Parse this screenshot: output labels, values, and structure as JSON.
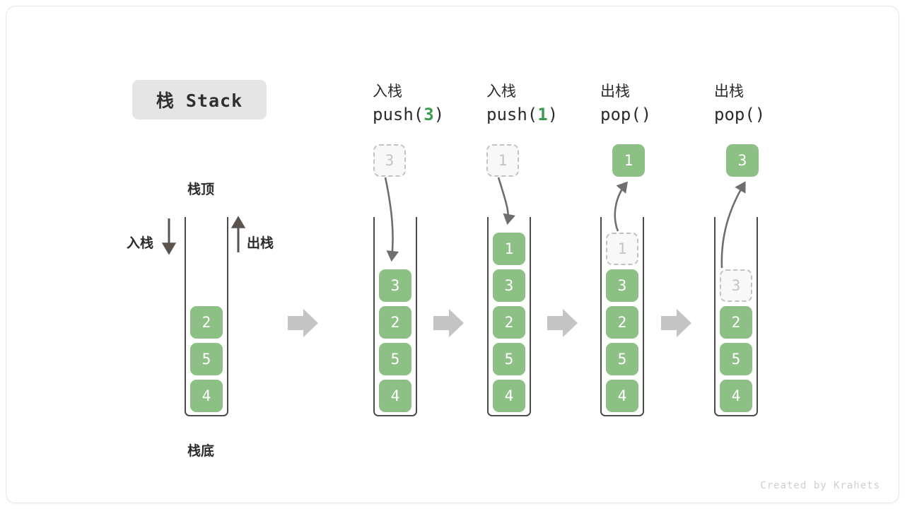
{
  "title_chip": {
    "label": "栈 Stack"
  },
  "footer": {
    "text": "Created by Krahets"
  },
  "colors": {
    "cell_fill": "#8cc084",
    "cell_text": "#ffffff",
    "ghost_fill": "#f8f8f8",
    "ghost_border": "#c2c2c2",
    "ghost_text": "#c4c4c4",
    "wall": "#4a4a4a",
    "arrow_gray": "#c4c4c4",
    "curve_arrow": "#6e6e6e",
    "accent_green": "#3c9a4e",
    "chip_bg": "#e5e5e5",
    "text": "#2b2b2b"
  },
  "legend": {
    "top_label": "栈顶",
    "bottom_label": "栈底",
    "push_label": "入栈",
    "pop_label": "出栈"
  },
  "stages": [
    {
      "id": "initial",
      "heading_cn": "",
      "heading_code_prefix": "",
      "heading_code_arg": "",
      "heading_code_suffix": "",
      "cells": [
        "2",
        "5",
        "4"
      ],
      "floating": null,
      "floating_kind": "none"
    },
    {
      "id": "push-3",
      "heading_cn": "入栈",
      "heading_code_prefix": "push(",
      "heading_code_arg": "3",
      "heading_code_suffix": ")",
      "cells": [
        "3",
        "2",
        "5",
        "4"
      ],
      "floating": "3",
      "floating_kind": "ghost"
    },
    {
      "id": "push-1",
      "heading_cn": "入栈",
      "heading_code_prefix": "push(",
      "heading_code_arg": "1",
      "heading_code_suffix": ")",
      "cells": [
        "1",
        "3",
        "2",
        "5",
        "4"
      ],
      "floating": "1",
      "floating_kind": "ghost"
    },
    {
      "id": "pop-1",
      "heading_cn": "出栈",
      "heading_code_prefix": "pop(",
      "heading_code_arg": "",
      "heading_code_suffix": ")",
      "cells": [
        "3",
        "2",
        "5",
        "4"
      ],
      "in_stack_ghost": "1",
      "floating": "1",
      "floating_kind": "result"
    },
    {
      "id": "pop-3",
      "heading_cn": "出栈",
      "heading_code_prefix": "pop(",
      "heading_code_arg": "",
      "heading_code_suffix": ")",
      "cells": [
        "2",
        "5",
        "4"
      ],
      "in_stack_ghost": "3",
      "floating": "3",
      "floating_kind": "result"
    }
  ],
  "transitions": [
    "arrow-right",
    "arrow-right",
    "arrow-right",
    "arrow-right"
  ]
}
